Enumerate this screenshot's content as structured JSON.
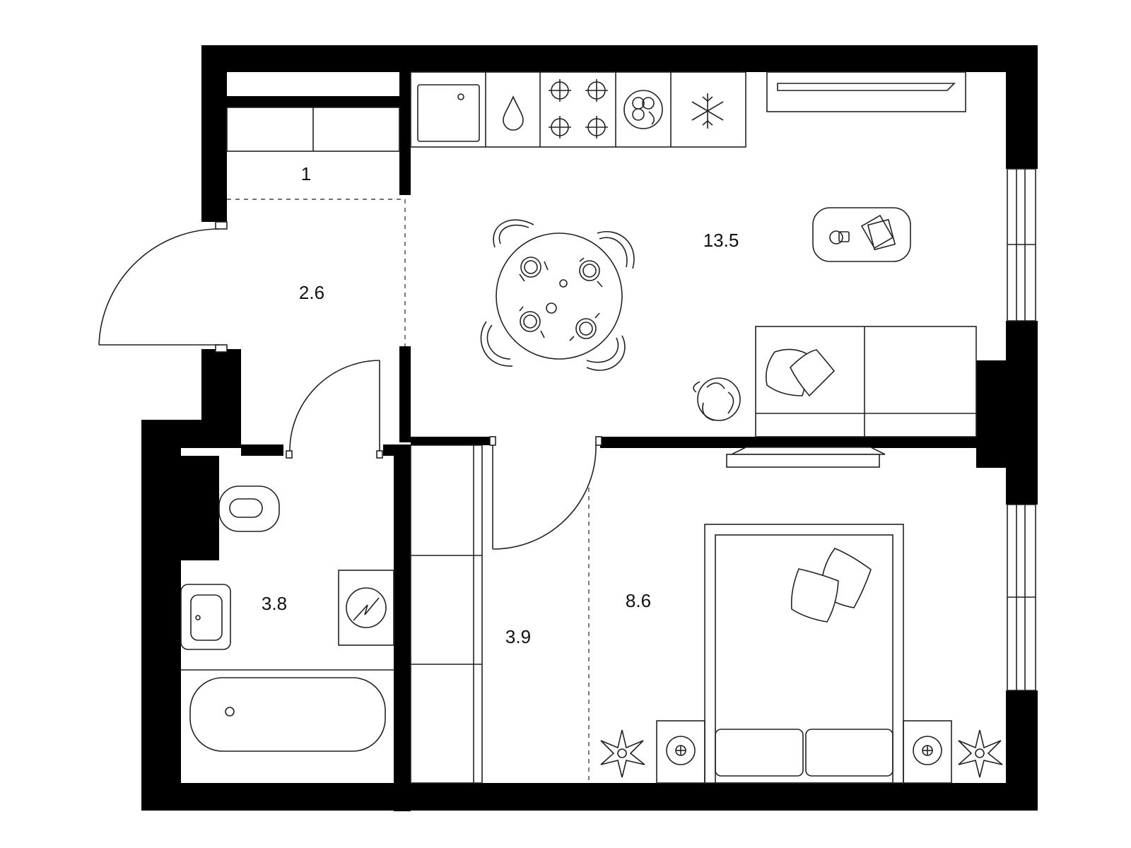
{
  "plan": {
    "rooms": [
      {
        "id": "storage",
        "label": "1"
      },
      {
        "id": "hallway",
        "label": "2.6"
      },
      {
        "id": "kitchen-living",
        "label": "13.5"
      },
      {
        "id": "bathroom",
        "label": "3.8"
      },
      {
        "id": "corridor",
        "label": "3.9"
      },
      {
        "id": "bedroom",
        "label": "8.6"
      }
    ],
    "colors": {
      "wall": "#000000",
      "line": "#222222",
      "background": "#ffffff"
    },
    "icons": [
      "sink-icon",
      "water-drop-icon",
      "stove-icon",
      "fruit-bowl-icon",
      "snowflake-icon",
      "dining-table-icon",
      "coffee-table-icon",
      "sofa-icon",
      "plant-icon",
      "tv-icon",
      "toilet-icon",
      "washbasin-icon",
      "washing-machine-icon",
      "bathtub-icon",
      "bed-icon",
      "nightstand-lamp-icon",
      "door-icon",
      "window-icon"
    ]
  }
}
